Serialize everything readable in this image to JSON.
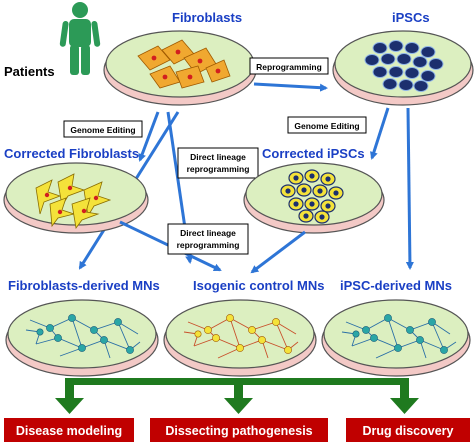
{
  "labels": {
    "patients": "Patients",
    "fibroblasts": "Fibroblasts",
    "ipscs": "iPSCs",
    "corrected_fibroblasts": "Corrected Fibroblasts",
    "corrected_ipscs": "Corrected iPSCs",
    "fibroblasts_mns": "Fibroblasts-derived MNs",
    "isogenic_mns": "Isogenic control MNs",
    "ipsc_mns": "iPSC-derived MNs"
  },
  "boxes": {
    "reprogramming": "Reprogramming",
    "genome_editing_left": "Genome Editing",
    "genome_editing_right": "Genome Editing",
    "direct_1_line1": "Direct lineage",
    "direct_1_line2": "reprogramming",
    "direct_2_line1": "Direct lineage",
    "direct_2_line2": "reprogramming"
  },
  "outcomes": {
    "disease_modeling": "Disease modeling",
    "dissecting_pathogenesis": "Dissecting pathogenesis",
    "drug_discovery": "Drug discovery"
  },
  "colors": {
    "label_blue": "#1a3fc4",
    "arrow_blue": "#2e75d6",
    "arrow_green": "#1f7a1f",
    "outcome_red": "#c00000",
    "dish_green": "#dcefc0",
    "dish_pink": "#f3c9c6",
    "fibroblast_orange": "#f0a830",
    "ipsc_navy": "#1c2f6e",
    "corrected_yellow": "#f4e23a",
    "neuron_teal": "#2aa6a6",
    "human_green": "#2c9a57"
  }
}
